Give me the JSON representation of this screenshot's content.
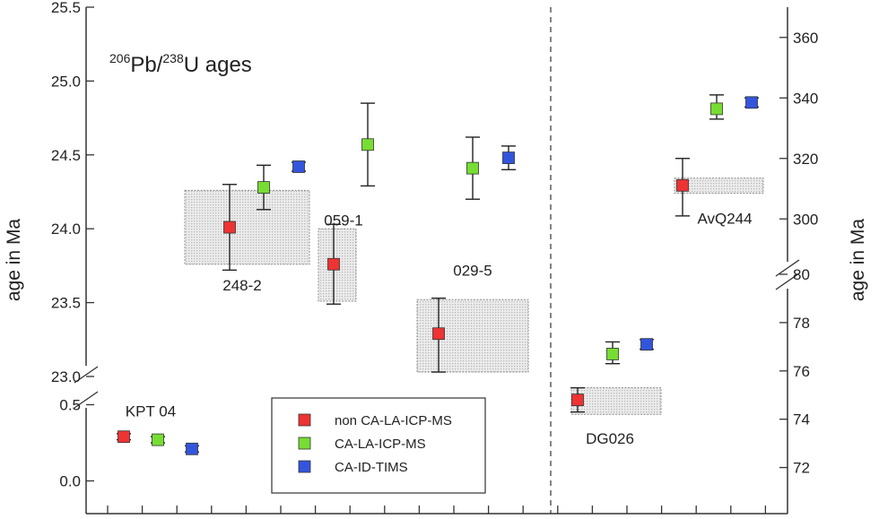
{
  "chart_data": {
    "type": "scatter",
    "title": {
      "prefix": "206",
      "element1": "Pb/",
      "mid": "238",
      "element2": "U ages"
    },
    "y_left_label": "age in Ma",
    "y_right_label": "age in Ma",
    "y_left_upper_ticks": [
      "25.5",
      "25.0",
      "24.5",
      "24.0",
      "23.5",
      "23.0"
    ],
    "y_left_lower_ticks": [
      "0.5",
      "0.0"
    ],
    "y_right_upper_ticks": [
      "360",
      "340",
      "320",
      "300"
    ],
    "y_right_lower_ticks": [
      "80",
      "78",
      "76",
      "74",
      "72"
    ],
    "y_left_upper_range": [
      23.0,
      25.5
    ],
    "y_left_lower_range": [
      -0.15,
      0.55
    ],
    "y_right_upper_range": [
      290,
      370
    ],
    "y_right_lower_range": [
      70.5,
      80
    ],
    "colors": {
      "non_ca": "#ee3333",
      "ca_la": "#77dd33",
      "ca_id": "#3355dd",
      "box_fill": "#d8d8d8",
      "axis": "#333333"
    },
    "legend": [
      {
        "key": "non_ca",
        "label": "non CA-LA-ICP-MS"
      },
      {
        "key": "ca_la",
        "label": "CA-LA-ICP-MS"
      },
      {
        "key": "ca_id",
        "label": "CA-ID-TIMS"
      }
    ],
    "samples": [
      {
        "label": "248-2",
        "axis": "left_upper",
        "label_y": 23.62,
        "box": [
          23.76,
          24.26
        ],
        "points": [
          {
            "key": "non_ca",
            "age": 24.01,
            "err": [
              23.72,
              24.3
            ]
          },
          {
            "key": "ca_la",
            "age": 24.28,
            "err": [
              24.13,
              24.43
            ]
          },
          {
            "key": "ca_id",
            "age": 24.42,
            "err": [
              24.39,
              24.45
            ]
          }
        ]
      },
      {
        "label": "059-1",
        "axis": "left_upper",
        "label_y": 24.06,
        "box": [
          23.51,
          24.0
        ],
        "points": [
          {
            "key": "non_ca",
            "age": 23.76,
            "err": [
              23.49,
              24.03
            ]
          },
          {
            "key": "ca_la",
            "age": 24.57,
            "err": [
              24.29,
              24.85
            ]
          }
        ]
      },
      {
        "label": "029-5",
        "axis": "left_upper",
        "label_y": 23.72,
        "box": [
          23.03,
          23.52
        ],
        "points": [
          {
            "key": "non_ca",
            "age": 23.29,
            "err": [
              23.03,
              23.53
            ]
          },
          {
            "key": "ca_la",
            "age": 24.41,
            "err": [
              24.2,
              24.62
            ]
          },
          {
            "key": "ca_id",
            "age": 24.48,
            "err": [
              24.4,
              24.56
            ]
          }
        ]
      },
      {
        "label": "KPT 04",
        "axis": "left_lower",
        "label_y": 0.46,
        "points": [
          {
            "key": "non_ca",
            "age": 0.29,
            "err": [
              0.27,
              0.31
            ]
          },
          {
            "key": "ca_la",
            "age": 0.27,
            "err": [
              0.25,
              0.29
            ]
          },
          {
            "key": "ca_id",
            "age": 0.21,
            "err": [
              0.19,
              0.23
            ]
          }
        ]
      },
      {
        "label": "DG026",
        "axis": "right_lower",
        "label_y": 73.2,
        "box": [
          74.2,
          75.3
        ],
        "points": [
          {
            "key": "non_ca",
            "age": 74.8,
            "err": [
              74.3,
              75.3
            ]
          },
          {
            "key": "ca_la",
            "age": 76.7,
            "err": [
              76.3,
              77.2
            ]
          },
          {
            "key": "ca_id",
            "age": 77.1,
            "err": [
              76.9,
              77.3
            ]
          }
        ]
      },
      {
        "label": "AvQ244",
        "axis": "right_upper",
        "label_y": 300.2,
        "box": [
          308.5,
          313.5
        ],
        "points": [
          {
            "key": "non_ca",
            "age": 311.1,
            "err": [
              301.0,
              320.0
            ]
          },
          {
            "key": "ca_la",
            "age": 336.4,
            "err": [
              333.0,
              341.0
            ]
          },
          {
            "key": "ca_id",
            "age": 338.5,
            "err": [
              337.0,
              340.0
            ]
          }
        ]
      }
    ]
  }
}
